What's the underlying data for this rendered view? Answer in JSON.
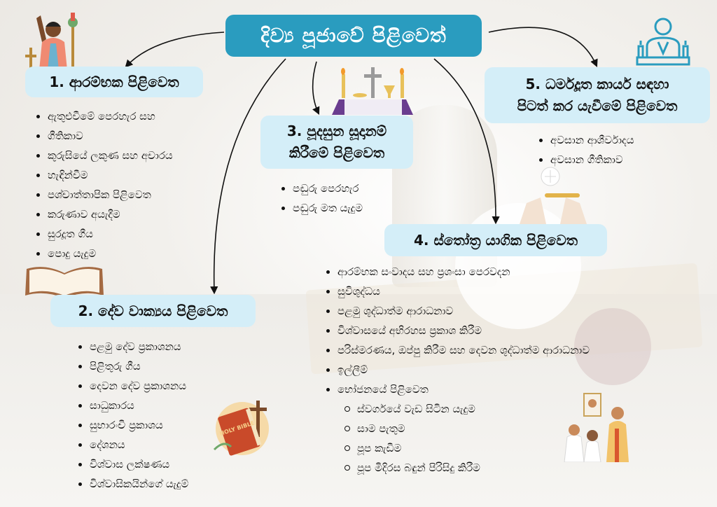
{
  "title": "දිව්‍ය පූජාවේ පිළිවෙත්",
  "sections": [
    {
      "heading": "1. ආරම්භක පිළිවෙත",
      "items": [
        "ඇතුළුවීමේ පෙරහැර සහ",
        "ගීතිකාව",
        "කුරුසියේ ලකුණ සහ අචාරය",
        "හැඳින්වීම",
        "පශ්චාත්තාපික පිළිවෙත",
        "කරුණාව අයැදීම",
        "සුරදූත ගීය",
        "පොදු යැදුම"
      ]
    },
    {
      "heading": "2. දේව වාක්‍යය පිළිවෙත",
      "items": [
        "පළමු දේව ප්‍රකාශනය",
        "පිළිතුරු ගීය",
        "දෙවන දේව ප්‍රකාශනය",
        "සාධුකාරය",
        "සුභාරංචි ප්‍රකාශය",
        "දේශනය",
        "විශ්වාස ලක්ෂණය",
        "විශ්වාසිකයින්ගේ යැදුම්"
      ]
    },
    {
      "heading_line1": "3. පූදසුන සූදානම්",
      "heading_line2": "කිරීමේ පිළිවෙත",
      "items": [
        "පඬුරු පෙරහැර",
        "පඬුරු මත යැදුම"
      ]
    },
    {
      "heading": "4. ස්තෝත්‍ර යාගික පිළිවෙත",
      "items": [
        "ආරම්භක සංවාදය සහ ප්‍රශංසා පෙරවදන",
        "සුවිශුද්ධය",
        "පළමු ශුද්ධාත්ම ආරාධනාව",
        "විශ්වාසයේ අභිරහස ප්‍රකාශ කිරීම",
        "පරිස්මරණය, ඔප්පු කිරීම සහ දෙවන ශුද්ධාත්ම ආරාධනාව",
        "ඉල්ලීම්",
        "භෝජනයේ පිළිවෙත"
      ],
      "subitems": [
        "ස්වර්ගයේ වැඩ සිටින යැදුම",
        "සාම පැතුම",
        "පූප කැඩීම",
        "පූප මිදිරස බඳුන් පිරිසිදු කිරීම"
      ]
    },
    {
      "heading_line1": "5. ධර්මදූත කාර්ය සඳහා",
      "heading_line2": "පිටත් කර යැවීමේ පිළිවෙත",
      "items": [
        "අවසාන ආශීර්වාදය",
        "අවසාන ගීතිකාව"
      ]
    }
  ],
  "bible_cover_text": "HOLY BIBLE",
  "colors": {
    "title_bg": "#2a9cbf",
    "box_bg": "#d4eef8",
    "arrow": "#111111"
  },
  "illustrations": [
    "priest-blessing-illustration",
    "praying-man-icon",
    "altar-crucifix-illustration",
    "eucharist-host-illustration",
    "open-book-illustration",
    "holy-bible-illustration",
    "communion-scene-illustration"
  ]
}
